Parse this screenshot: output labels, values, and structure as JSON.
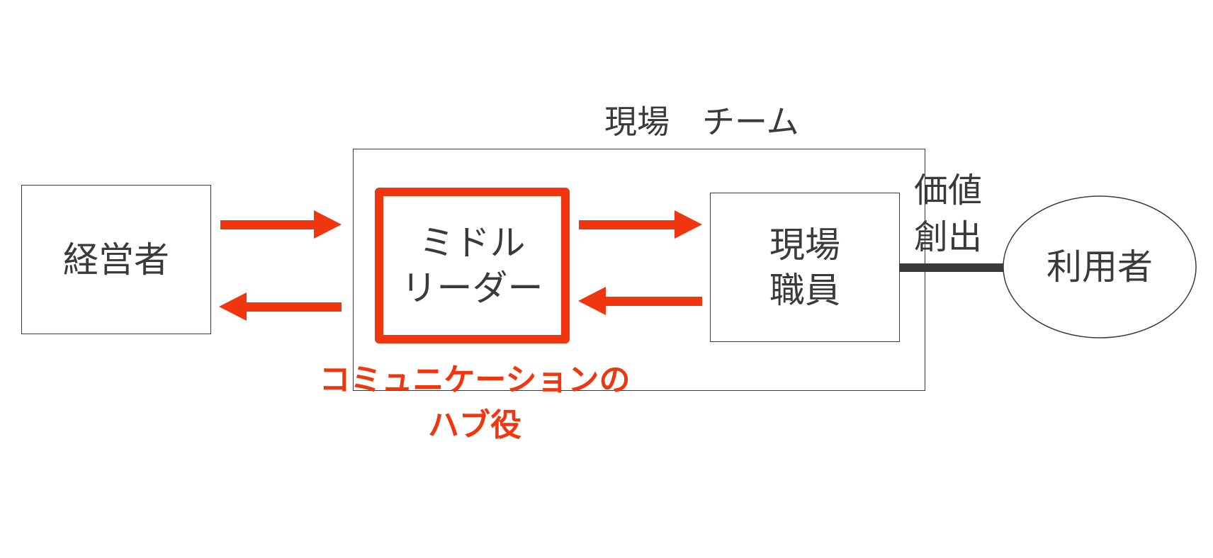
{
  "team_title": "現場　チーム",
  "executive": {
    "label": "経営者"
  },
  "middle_leader": {
    "line1": "ミドル",
    "line2": "リーダー"
  },
  "field_staff": {
    "line1": "現場",
    "line2": "職員"
  },
  "value_creation": {
    "line1": "価値",
    "line2": "創出"
  },
  "user": {
    "label": "利用者"
  },
  "hub_caption": {
    "line1": "コミュニケーションの",
    "line2": "ハブ役"
  },
  "colors": {
    "accent": "#f0360f",
    "ink": "#3a3a3a"
  }
}
